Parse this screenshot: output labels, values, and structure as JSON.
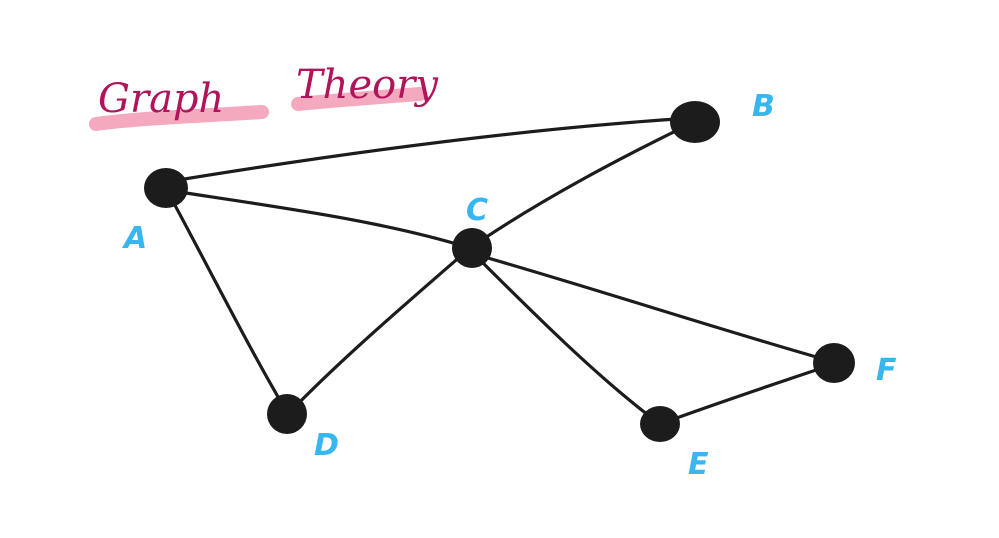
{
  "title": {
    "word1": "Graph",
    "word2": "Theory"
  },
  "colors": {
    "title": "#b0145a",
    "highlight": "#f3a0b8",
    "label": "#38b6ef",
    "node": "#1c1c1c",
    "edge": "#1c1c1c"
  },
  "graph": {
    "nodes": [
      {
        "id": "A",
        "label": "A"
      },
      {
        "id": "B",
        "label": "B"
      },
      {
        "id": "C",
        "label": "C"
      },
      {
        "id": "D",
        "label": "D"
      },
      {
        "id": "E",
        "label": "E"
      },
      {
        "id": "F",
        "label": "F"
      }
    ],
    "edges": [
      {
        "from": "A",
        "to": "B"
      },
      {
        "from": "A",
        "to": "C"
      },
      {
        "from": "A",
        "to": "D"
      },
      {
        "from": "C",
        "to": "B"
      },
      {
        "from": "C",
        "to": "D"
      },
      {
        "from": "C",
        "to": "E"
      },
      {
        "from": "C",
        "to": "F"
      },
      {
        "from": "E",
        "to": "F"
      }
    ]
  }
}
